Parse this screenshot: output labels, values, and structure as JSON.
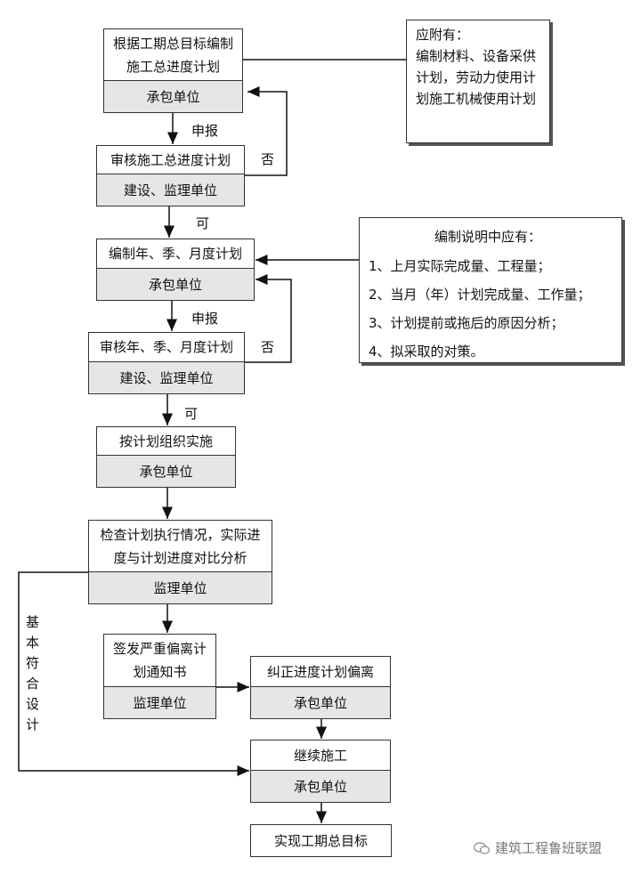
{
  "boxes": {
    "b1": {
      "top": "根据工期总目标编制施工总进度计划",
      "bottom": "承包单位"
    },
    "b2": {
      "top": "审核施工总进度计划",
      "bottom": "建设、监理单位"
    },
    "b3": {
      "top": "编制年、季、月度计划",
      "bottom": "承包单位"
    },
    "b4": {
      "top": "审核年、季、月度计划",
      "bottom": "建设、监理单位"
    },
    "b5": {
      "top": "按计划组织实施",
      "bottom": "承包单位"
    },
    "b6": {
      "top": "检查计划执行情况，实际进度与计划进度对比分析",
      "bottom": "监理单位"
    },
    "b7": {
      "top": "签发严重偏离计划通知书",
      "bottom": "监理单位"
    },
    "b8": {
      "top": "纠正进度计划偏离",
      "bottom": "承包单位"
    },
    "b9": {
      "top": "继续施工",
      "bottom": "承包单位"
    },
    "b10": {
      "top": "实现工期总目标"
    }
  },
  "notes": {
    "note1": {
      "title": "应附有：",
      "body": "编制材料、设备采供计划，劳动力使用计划施工机械使用计划"
    },
    "note2": {
      "title": "编制说明中应有：",
      "items": [
        "1、上月实际完成量、工程量；",
        "2、当月（年）计划完成量、工作量；",
        "3、计划提前或拖后的原因分析；",
        "4、拟采取的对策。"
      ]
    }
  },
  "labels": {
    "report1": "申报",
    "no1": "否",
    "ok1": "可",
    "report2": "申报",
    "no2": "否",
    "ok2": "可",
    "basic": "基本符合设计"
  },
  "watermark": "建筑工程鲁班联盟"
}
